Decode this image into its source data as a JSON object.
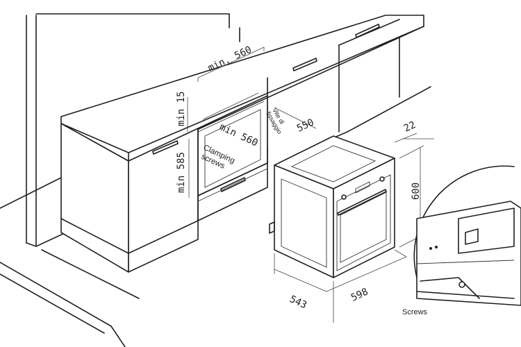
{
  "dimensions": {
    "cabinet_width": "min. 560",
    "cabinet_height": "min 585",
    "cabinet_top": "min 15",
    "inner_width": "min 560",
    "oven_depth": "550",
    "panel_thickness": "22",
    "oven_height": "600",
    "oven_side": "543",
    "oven_width": "598"
  },
  "labels": {
    "clamping_line1": "Clamping",
    "clamping_line2": "screws",
    "vite_line1": "Vite di",
    "vite_line2": "fissaggio",
    "detail_screws": "Screws"
  }
}
